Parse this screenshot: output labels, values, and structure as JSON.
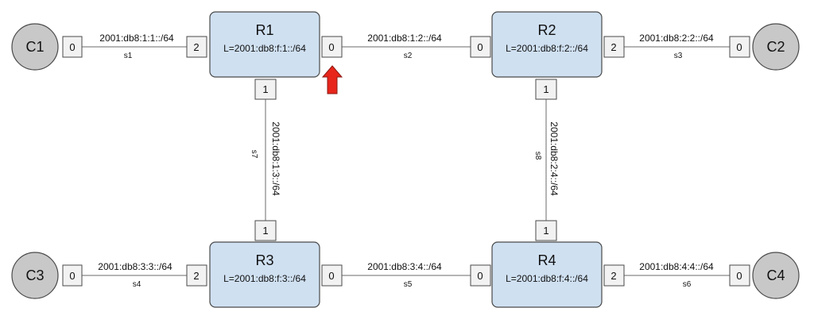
{
  "routers": [
    {
      "name": "R1",
      "loopback": "L=2001:db8:f:1::/64"
    },
    {
      "name": "R2",
      "loopback": "L=2001:db8:f:2::/64"
    },
    {
      "name": "R3",
      "loopback": "L=2001:db8:f:3::/64"
    },
    {
      "name": "R4",
      "loopback": "L=2001:db8:f:4::/64"
    }
  ],
  "clients": [
    {
      "name": "C1"
    },
    {
      "name": "C2"
    },
    {
      "name": "C3"
    },
    {
      "name": "C4"
    }
  ],
  "links": [
    {
      "switch": "s1",
      "prefix": "2001:db8:1:1::/64",
      "port_a": "0",
      "port_b": "2"
    },
    {
      "switch": "s2",
      "prefix": "2001:db8:1:2::/64",
      "port_a": "0",
      "port_b": "0"
    },
    {
      "switch": "s3",
      "prefix": "2001:db8:2:2::/64",
      "port_a": "2",
      "port_b": "0"
    },
    {
      "switch": "s4",
      "prefix": "2001:db8:3:3::/64",
      "port_a": "0",
      "port_b": "2"
    },
    {
      "switch": "s5",
      "prefix": "2001:db8:3:4::/64",
      "port_a": "0",
      "port_b": "0"
    },
    {
      "switch": "s6",
      "prefix": "2001:db8:4:4::/64",
      "port_a": "2",
      "port_b": "0"
    },
    {
      "switch": "s7",
      "prefix": "2001:db8:1:3::/64",
      "port_a": "1",
      "port_b": "1"
    },
    {
      "switch": "s8",
      "prefix": "2001:db8:2:4::/64",
      "port_a": "1",
      "port_b": "1"
    }
  ],
  "colors": {
    "router_fill": "#cfe0f1",
    "client_fill": "#c8c8c8",
    "port_fill": "#f2f2f2",
    "arrow": "#e8251b"
  },
  "arrow_icon": "red-up-arrow-icon"
}
